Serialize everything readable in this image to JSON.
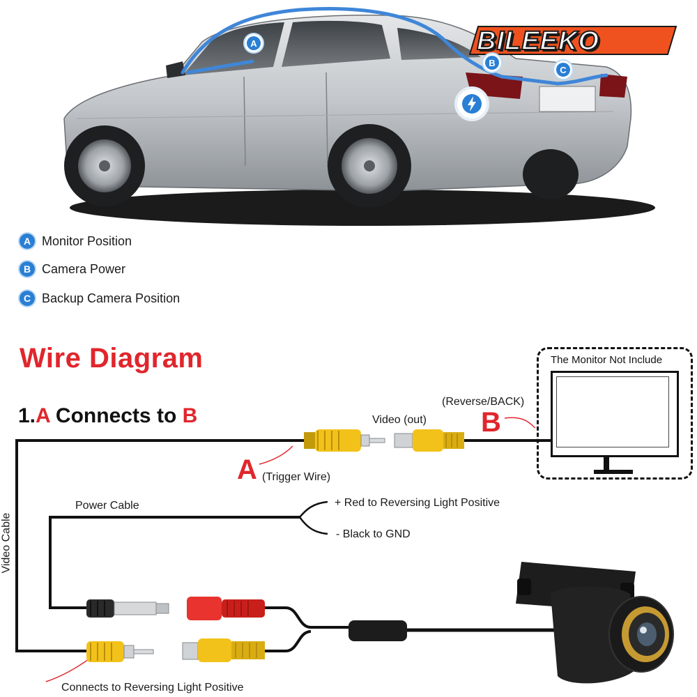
{
  "brand": {
    "name": "BILEEKO"
  },
  "car_markers": [
    {
      "letter": "A"
    },
    {
      "letter": "B"
    },
    {
      "letter": "C"
    }
  ],
  "legend": [
    {
      "letter": "A",
      "label": "Monitor Position"
    },
    {
      "letter": "B",
      "label": "Camera Power"
    },
    {
      "letter": "C",
      "label": "Backup Camera Position"
    }
  ],
  "diagram": {
    "title": "Wire Diagram",
    "step": {
      "number": "1.",
      "from": "A",
      "middle": " Connects to ",
      "to": "B"
    },
    "labels": {
      "video_out": "Video (out)",
      "reverse_back": "(Reverse/BACK)",
      "trigger_wire": "(Trigger Wire)",
      "power_cable": "Power Cable",
      "red_wire": "+ Red to Reversing Light Positive",
      "black_wire": "- Black to GND",
      "video_cable": "Video Cable",
      "reversing_light": "Connects to Reversing Light Positive",
      "monitor_note": "The Monitor Not Include",
      "point_a": "A",
      "point_b": "B"
    }
  },
  "colors": {
    "accent_red": "#e0262c",
    "marker_blue": "#2a7fd4",
    "connector_yellow": "#f2c21a",
    "connector_red": "#e8332e",
    "car_silver": "#c4c8cc",
    "wire_blue": "#3f86d8"
  },
  "icons": [
    "bolt-icon",
    "monitor-icon",
    "camera-icon",
    "rca-connector-icon",
    "dc-plug-icon"
  ]
}
